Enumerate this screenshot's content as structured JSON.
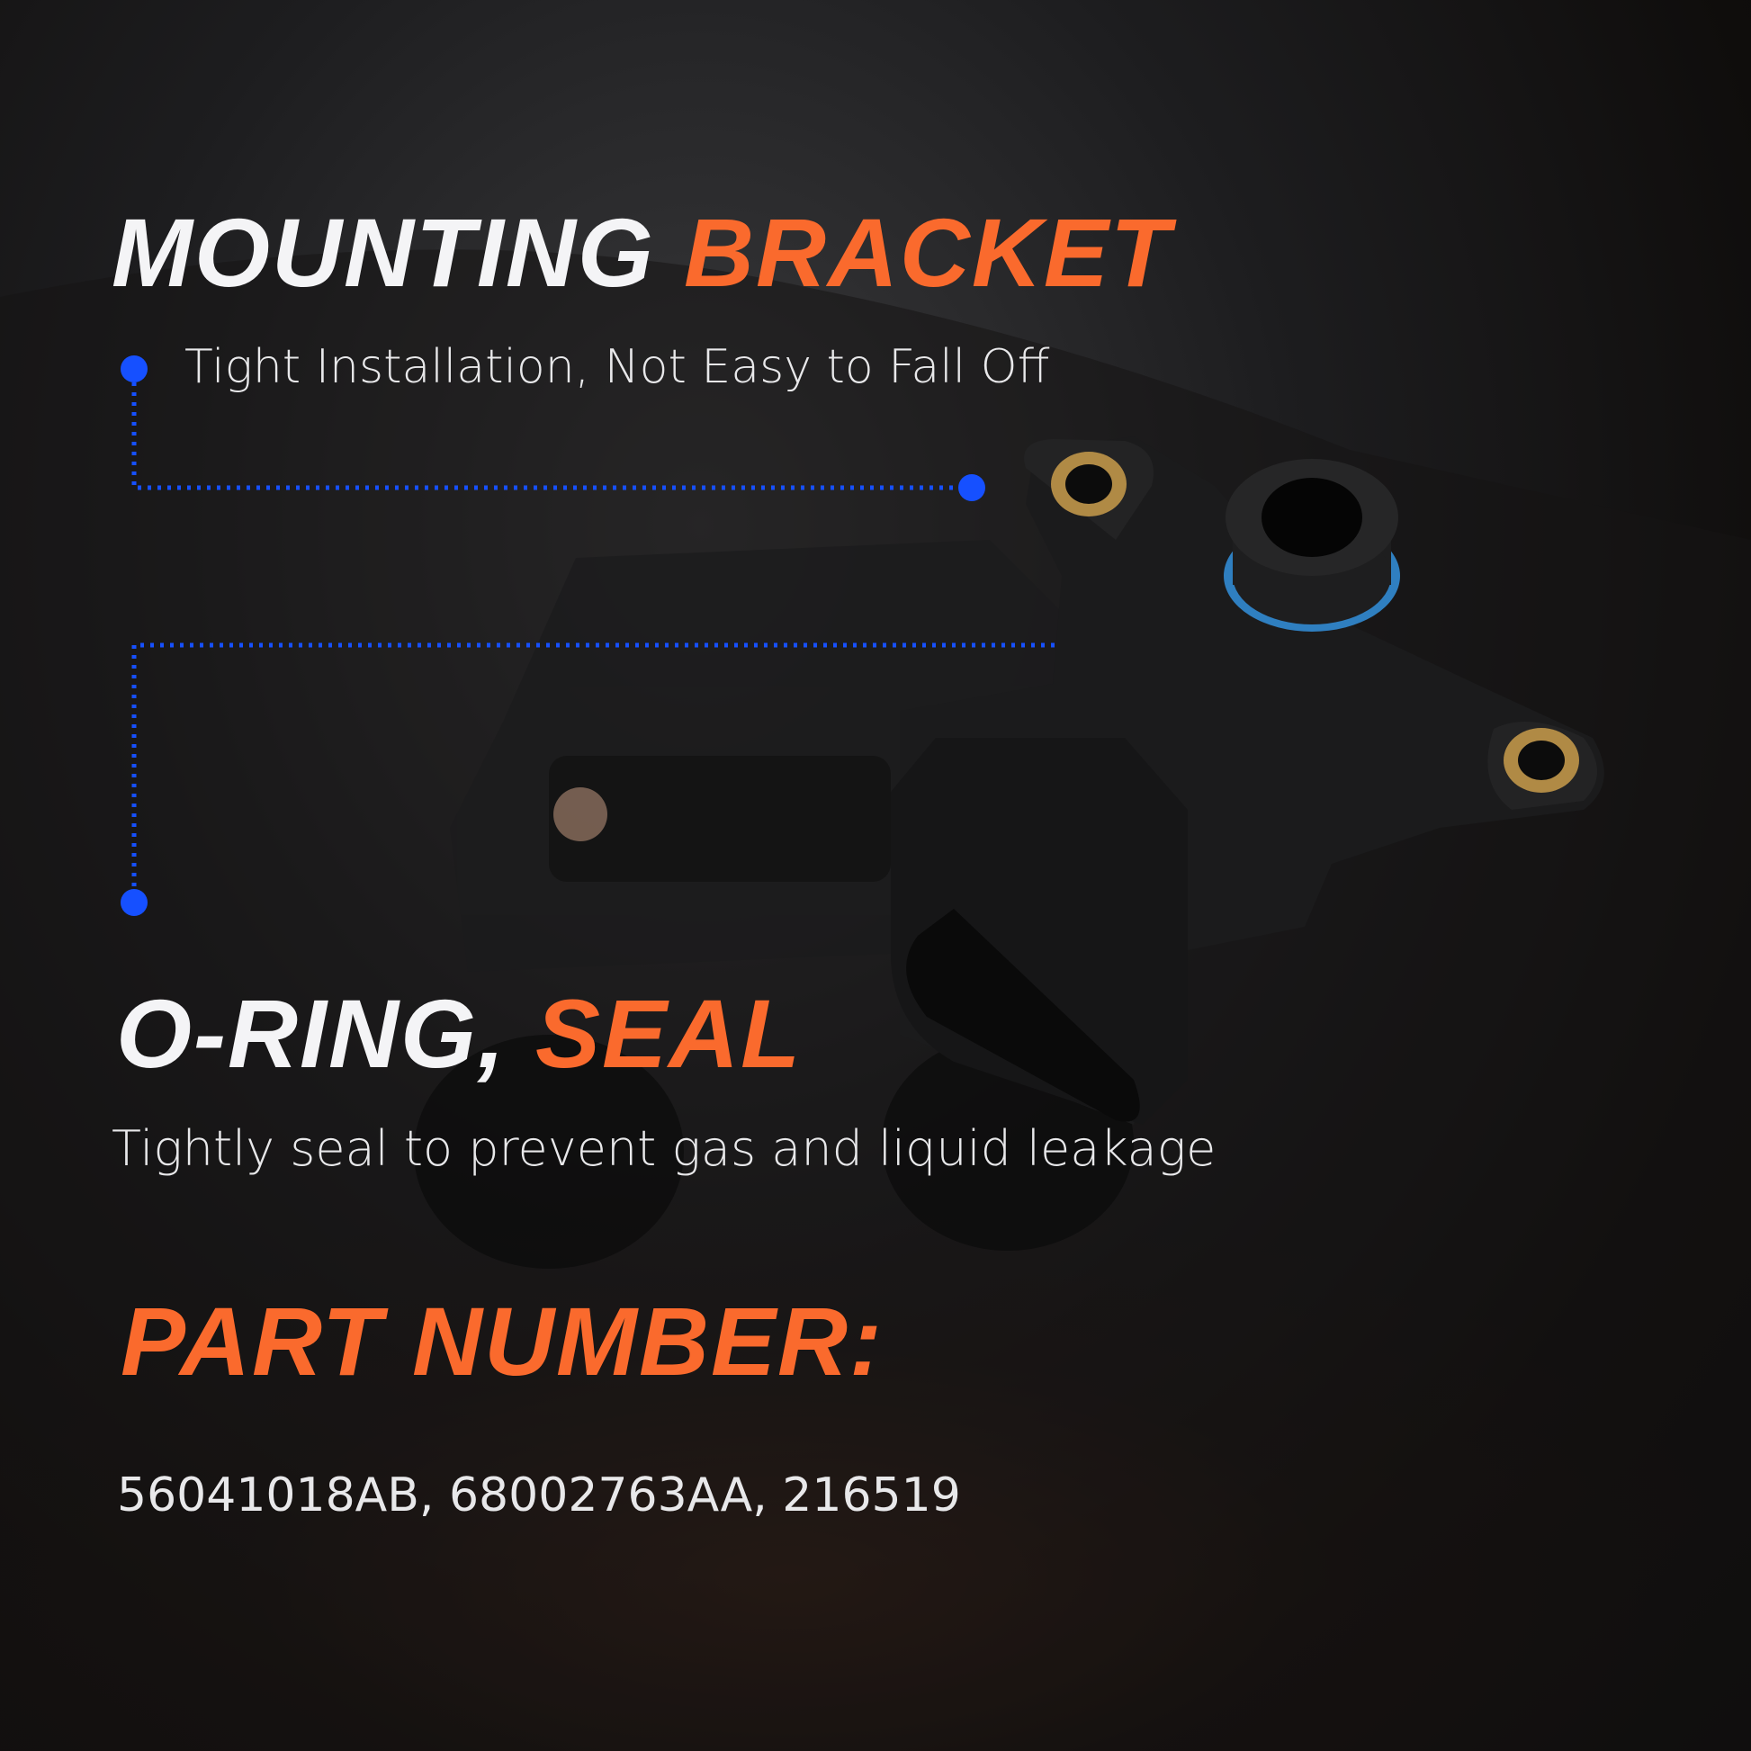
{
  "feature1": {
    "title_white": "MOUNTING",
    "title_orange": "BRACKET",
    "bullet": "Tight Installation, Not Easy to Fall Off"
  },
  "feature2": {
    "title_white": "O-RING,",
    "title_orange": "SEAL",
    "description": "Tightly seal to prevent gas and liquid leakage"
  },
  "part": {
    "title": "PART NUMBER:",
    "numbers": "56041018AB, 68002763AA, 216519"
  },
  "colors": {
    "accent": "#fa6a2d",
    "callout": "#1650ff",
    "background": "#1d1d1f"
  }
}
